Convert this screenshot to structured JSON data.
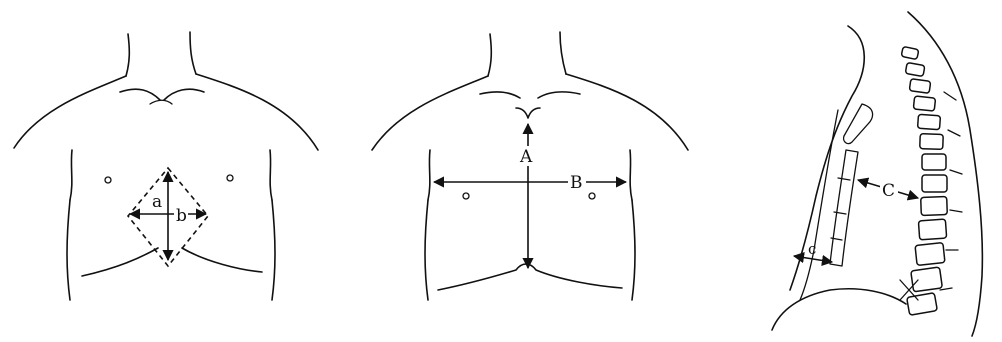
{
  "labels": {
    "a": "a",
    "b": "b",
    "A": "A",
    "B": "B",
    "C": "C",
    "c": "c"
  }
}
